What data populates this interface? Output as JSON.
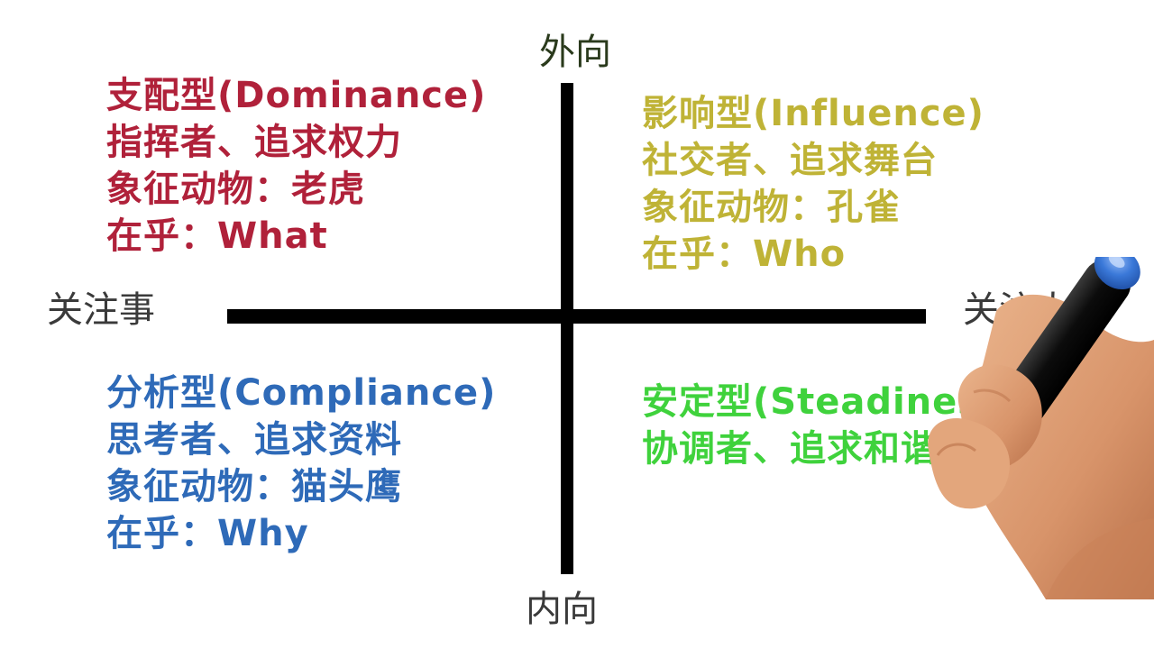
{
  "axes": {
    "top": "外向",
    "bottom": "内向",
    "left": "关注事",
    "right": "关注人"
  },
  "quadrants": {
    "dominance": {
      "lines": [
        "支配型(Dominance)",
        "指挥者、追求权力",
        "象征动物：老虎",
        "在乎：What"
      ],
      "color": "#b0213a"
    },
    "influence": {
      "lines": [
        "影响型(Influence)",
        "社交者、追求舞台",
        "象征动物：孔雀",
        "在乎：Who"
      ],
      "color": "#bfb336"
    },
    "compliance": {
      "lines": [
        "分析型(Compliance)",
        "思考者、追求资料",
        "象征动物：猫头鹰",
        "在乎：Why"
      ],
      "color": "#2e6ab8"
    },
    "steadiness": {
      "lines": [
        "安定型(Steadiness)",
        "协调者、追求和谐"
      ],
      "color": "#3fd23c"
    }
  },
  "marker": {
    "icon": "hand-holding-marker-icon",
    "cap_color": "#3a78d8"
  }
}
